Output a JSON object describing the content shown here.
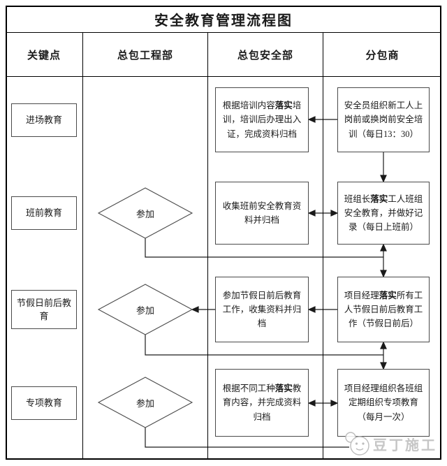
{
  "title": "安全教育管理流程图",
  "headers": [
    "关键点",
    "总包工程部",
    "总包安全部",
    "分包商"
  ],
  "rows": [
    {
      "key": "进场教育",
      "diamond": "",
      "safety": {
        "pre": "根据培训内容",
        "bold": "落实",
        "post": "培训，培训后办理出入证，完成资料归档"
      },
      "sub": {
        "pre": "安全员组织新工人上岗前或换岗前安全培训（每日13：30）",
        "bold": "",
        "post": ""
      }
    },
    {
      "key": "班前教育",
      "diamond": "参加",
      "safety": {
        "pre": "收集班前安全教育资料并归档",
        "bold": "",
        "post": ""
      },
      "sub": {
        "pre": "班组长",
        "bold": "落实",
        "post": "工人班组安全教育，并做好记录（每日上班前）"
      }
    },
    {
      "key": "节假日前后教育",
      "diamond": "参加",
      "safety": {
        "pre": "参加节假日前后教育工作，收集资料并归档",
        "bold": "",
        "post": ""
      },
      "sub": {
        "pre": "项目经理",
        "bold": "落实",
        "post": "所有工人节假日前后教育工作（节假日前后）"
      }
    },
    {
      "key": "专项教育",
      "diamond": "参加",
      "safety": {
        "pre": "根据不同工种",
        "bold": "落实",
        "post": "教育内容，并完成资料归档"
      },
      "sub": {
        "pre": "项目经理组织各班组定期组织专项教育（每月一次）",
        "bold": "",
        "post": ""
      }
    }
  ],
  "watermark": {
    "text": "豆丁施工"
  },
  "colors": {
    "line": "#1a1a1a",
    "frame": "#000000",
    "box_border": "#4a4a4a",
    "watermark": "#c6c6c6"
  }
}
